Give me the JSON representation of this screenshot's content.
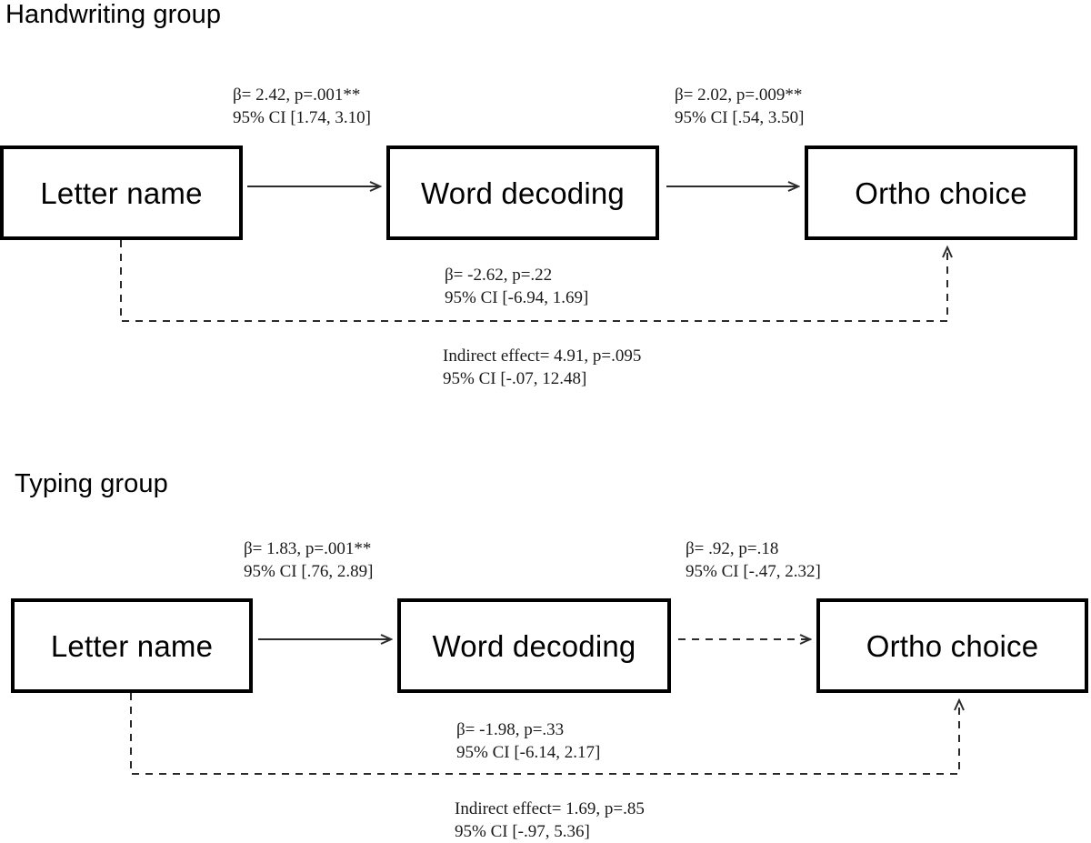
{
  "page": {
    "background": "#ffffff",
    "line_color": "#2b2b2b",
    "box_border_color": "#000000",
    "text_color": "#000000"
  },
  "groups": [
    {
      "id": "handwriting",
      "title": "Handwriting group",
      "nodes": [
        {
          "id": "letter-name",
          "label": "Letter name"
        },
        {
          "id": "word-decoding",
          "label": "Word decoding"
        },
        {
          "id": "ortho-choice",
          "label": "Ortho choice"
        }
      ],
      "paths": {
        "a_path": {
          "from": "Letter name",
          "to": "Word decoding",
          "style": "solid",
          "beta_line": "β= 2.42, p=.001**",
          "ci_line": "95% CI [1.74, 3.10]"
        },
        "b_path": {
          "from": "Word decoding",
          "to": "Ortho choice",
          "style": "solid",
          "beta_line": "β= 2.02, p=.009**",
          "ci_line": "95% CI [.54, 3.50]"
        },
        "c_prime_path": {
          "from": "Letter name",
          "to": "Ortho choice",
          "style": "dashed",
          "beta_line": "β= -2.62, p=.22",
          "ci_line": "95% CI [-6.94, 1.69]"
        },
        "indirect": {
          "beta_line": "Indirect  effect=  4.91, p=.095",
          "ci_line": "95% CI [-.07, 12.48]"
        }
      }
    },
    {
      "id": "typing",
      "title": "Typing group",
      "nodes": [
        {
          "id": "letter-name",
          "label": "Letter name"
        },
        {
          "id": "word-decoding",
          "label": "Word decoding"
        },
        {
          "id": "ortho-choice",
          "label": "Ortho choice"
        }
      ],
      "paths": {
        "a_path": {
          "from": "Letter name",
          "to": "Word decoding",
          "style": "solid",
          "beta_line": "β= 1.83, p=.001**",
          "ci_line": "95% CI [.76, 2.89]"
        },
        "b_path": {
          "from": "Word decoding",
          "to": "Ortho choice",
          "style": "dashed",
          "beta_line": "β= .92, p=.18",
          "ci_line": "95% CI [-.47, 2.32]"
        },
        "c_prime_path": {
          "from": "Letter name",
          "to": "Ortho choice",
          "style": "dashed",
          "beta_line": "β= -1.98, p=.33",
          "ci_line": "95% CI [-6.14, 2.17]"
        },
        "indirect": {
          "beta_line": "Indirect  effect=  1.69, p=.85",
          "ci_line": "95% CI [-.97, 5.36]"
        }
      }
    }
  ]
}
